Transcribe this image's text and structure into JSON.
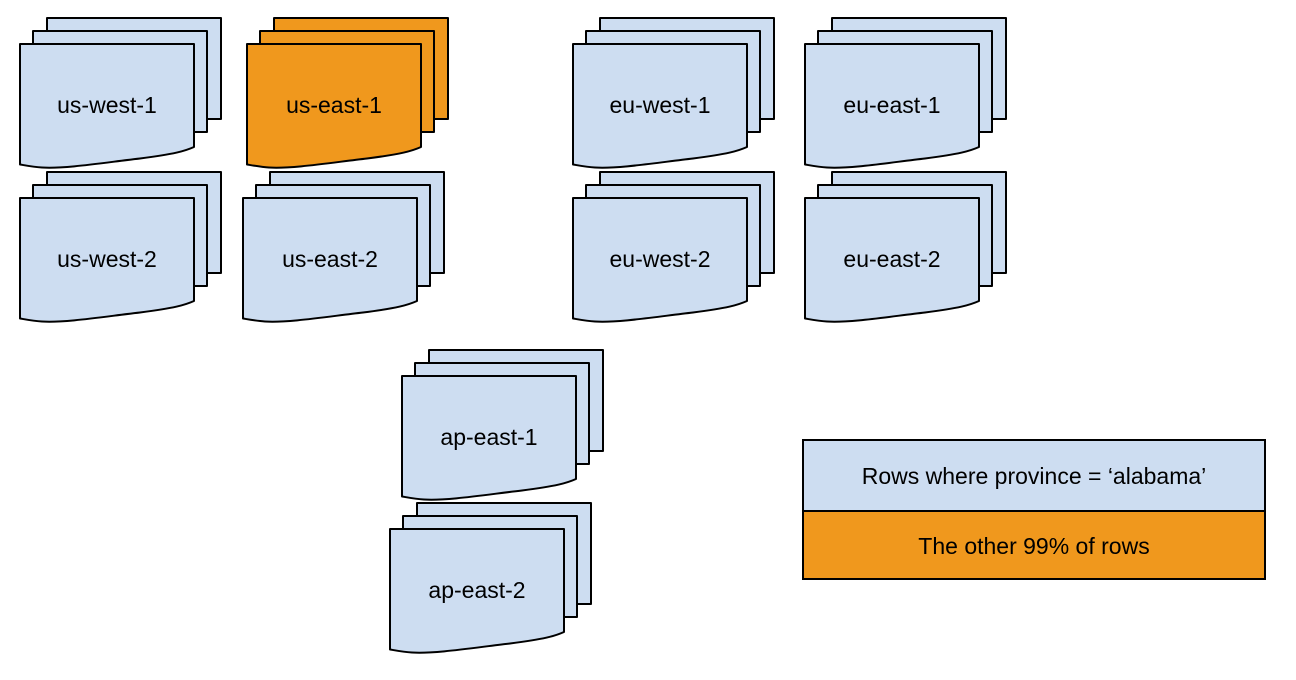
{
  "diagram": {
    "background_color": "#ffffff",
    "outline_color": "#000000",
    "region_fill_color": "#cdddf1",
    "highlight_fill_color": "#f0981d",
    "stacks": [
      {
        "id": "us-west-1",
        "label": "us-west-1",
        "color": "#cdddf1",
        "highlighted": false
      },
      {
        "id": "us-east-1",
        "label": "us-east-1",
        "color": "#f0981d",
        "highlighted": true
      },
      {
        "id": "eu-west-1",
        "label": "eu-west-1",
        "color": "#cdddf1",
        "highlighted": false
      },
      {
        "id": "eu-east-1",
        "label": "eu-east-1",
        "color": "#cdddf1",
        "highlighted": false
      },
      {
        "id": "us-west-2",
        "label": "us-west-2",
        "color": "#cdddf1",
        "highlighted": false
      },
      {
        "id": "us-east-2",
        "label": "us-east-2",
        "color": "#cdddf1",
        "highlighted": false
      },
      {
        "id": "eu-west-2",
        "label": "eu-west-2",
        "color": "#cdddf1",
        "highlighted": false
      },
      {
        "id": "eu-east-2",
        "label": "eu-east-2",
        "color": "#cdddf1",
        "highlighted": false
      },
      {
        "id": "ap-east-1",
        "label": "ap-east-1",
        "color": "#cdddf1",
        "highlighted": false
      },
      {
        "id": "ap-east-2",
        "label": "ap-east-2",
        "color": "#cdddf1",
        "highlighted": false
      }
    ],
    "legend": {
      "items": [
        {
          "label": "Rows where province = ‘alabama’",
          "color": "#cdddf1"
        },
        {
          "label": "The other 99% of rows",
          "color": "#f0981d"
        }
      ]
    }
  }
}
